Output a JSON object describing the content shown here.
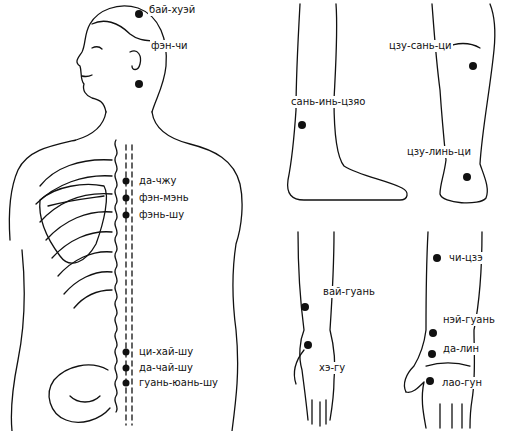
{
  "diagram": {
    "labels": [
      "бай-хуэй",
      "фэн-чи",
      "да-чжу",
      "фэн-мэнь",
      "фэнь-шу",
      "ци-хай-шу",
      "да-чай-шу",
      "гуань-юань-шу",
      "цзу-сань-ци",
      "сань-инь-цзяо",
      "цзу-линь-ци",
      "вай-гуань",
      "хэ-гу",
      "чи-цзэ",
      "нэй-гуань",
      "да-лин",
      "лао-гун"
    ]
  }
}
